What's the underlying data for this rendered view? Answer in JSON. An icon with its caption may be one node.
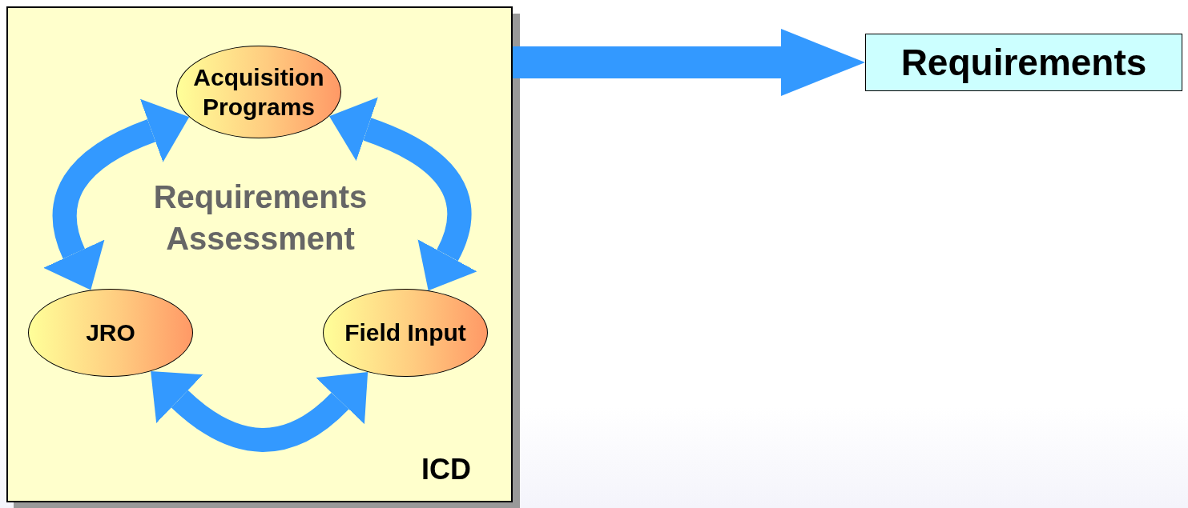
{
  "diagram": {
    "nodes": [
      {
        "text": [
          "Requirements Assessment",
          "ICD"
        ]
      },
      {
        "text": [
          "Acquisition Programs"
        ],
        "in": 0
      },
      {
        "text": [
          "JRO"
        ],
        "in": 0
      },
      {
        "text": [
          "Field Input"
        ],
        "in": 0
      },
      {
        "text": [
          "Requirements"
        ]
      }
    ],
    "edges": [
      {
        "from": 1,
        "to": 2,
        "arrow": "both"
      },
      {
        "from": 1,
        "to": 3,
        "arrow": "both"
      },
      {
        "from": 2,
        "to": 3,
        "arrow": "both"
      },
      {
        "from": 0,
        "to": 4,
        "arrow": "to"
      }
    ]
  }
}
